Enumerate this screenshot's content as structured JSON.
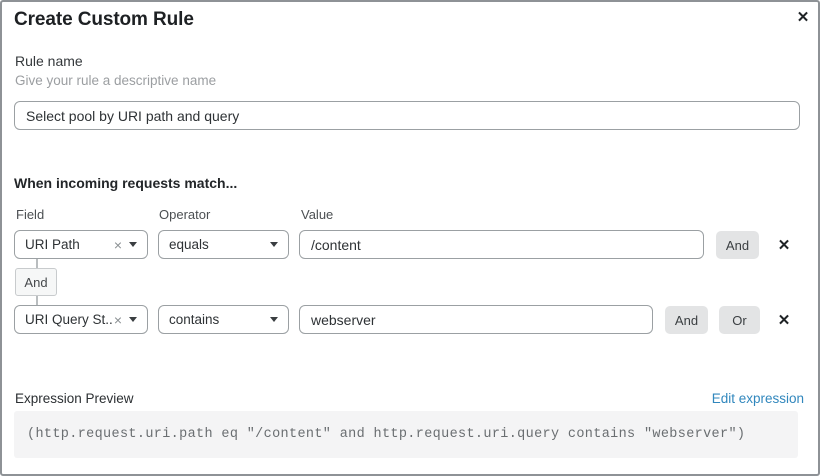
{
  "dialog": {
    "title": "Create Custom Rule"
  },
  "icons": {
    "close": "✕",
    "delete_row": "✕",
    "clear_selection": "×"
  },
  "rule_name": {
    "label": "Rule name",
    "helper": "Give your rule a descriptive name",
    "value": "Select pool by URI path and query"
  },
  "match_section": {
    "heading": "When incoming requests match...",
    "column_labels": {
      "field": "Field",
      "operator": "Operator",
      "value": "Value"
    },
    "rows": [
      {
        "field": "URI Path",
        "operator": "equals",
        "value": "/content",
        "and_button": "And"
      },
      {
        "field": "URI Query St...",
        "operator": "contains",
        "value": "webserver",
        "and_button": "And",
        "or_button": "Or"
      }
    ],
    "row_connector": "And"
  },
  "expression": {
    "label": "Expression Preview",
    "edit_link": "Edit expression",
    "preview": "(http.request.uri.path eq \"/content\" and http.request.uri.query contains \"webserver\")"
  },
  "colors": {
    "link_blue": "#3187bd",
    "logic_button_gray": "#e3e4e5",
    "code_background": "#f4f4f5",
    "border_gray": "#9ba0a3"
  }
}
